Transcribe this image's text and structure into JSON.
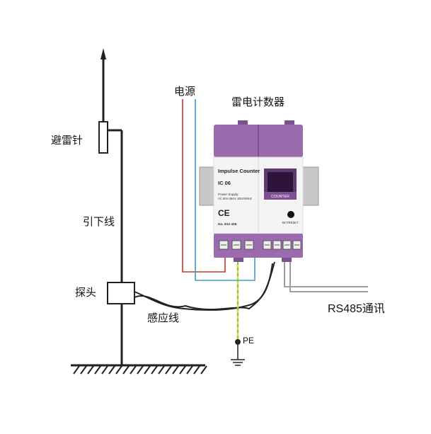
{
  "labels": {
    "rod": "避雷针",
    "down_conductor": "引下线",
    "probe": "探头",
    "sense_wire": "感应线",
    "power": "电源",
    "counter_title": "雷电计数器",
    "rs485": "RS485通讯",
    "pe": "PE"
  },
  "device": {
    "name": "Impulse Counter",
    "model": "IC 06",
    "supply_line1": "Power Supply:",
    "supply_line2": "AC 90V-264V, 50Hz/60Hz",
    "ce": "CE",
    "serial": "No. 810 406",
    "display_label": "COUNTER",
    "button_label": "SET/RESET"
  },
  "colors": {
    "device_purple": "#9a6cae",
    "device_purple_dark": "#7d4f93",
    "power_red": "#c0392b",
    "power_blue": "#3a9ad9",
    "pe_green": "#8bc34a",
    "pe_yellow": "#f1d54a"
  }
}
